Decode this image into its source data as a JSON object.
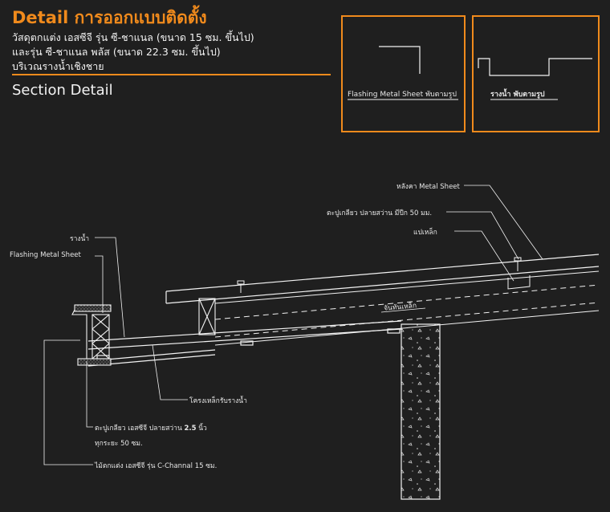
{
  "header": {
    "title": "Detail การออกแบบติดตั้ง",
    "line1": "วัสดุตกแต่ง เอสซีจี รุ่น ซี-ชาแนล (ขนาด 15 ซม. ขึ้นไป)",
    "line2": "และรุ่น ซี-ชาแนล พลัส (ขนาด 22.3 ซม. ขึ้นไป)",
    "line3": "บริเวณรางน้ำเชิงชาย",
    "section": "Section Detail"
  },
  "insets": {
    "flashing": "Flashing Metal Sheet พับตามรูป",
    "gutter": "รางน้ำ พับตามรูป"
  },
  "labels": {
    "roof": "หลังคา Metal Sheet",
    "screw": "ตะปูเกลียว ปลายสว่าน มีปีก 50 มม.",
    "purlin": "แปเหล็ก",
    "gutter": "รางน้ำ",
    "flashing": "Flashing Metal Sheet",
    "rafter": "จันทันเหล็ก",
    "frame": "โครงเหล็กรับรางน้ำ",
    "screw2_line1": "ตะปูเกลียว เอสซีจี ปลายสว่าน",
    "screw2_size": "2.5",
    "screw2_unit": "นิ้ว",
    "screw2_line2": "ทุกระยะ 50 ซม.",
    "cchannel": "ไม้ตกแต่ง เอสซีจี รุ่น C-Channal 15 ซม."
  },
  "colors": {
    "accent": "#f08a1c",
    "background": "#1f1f1f",
    "line": "#f2f2f2"
  }
}
